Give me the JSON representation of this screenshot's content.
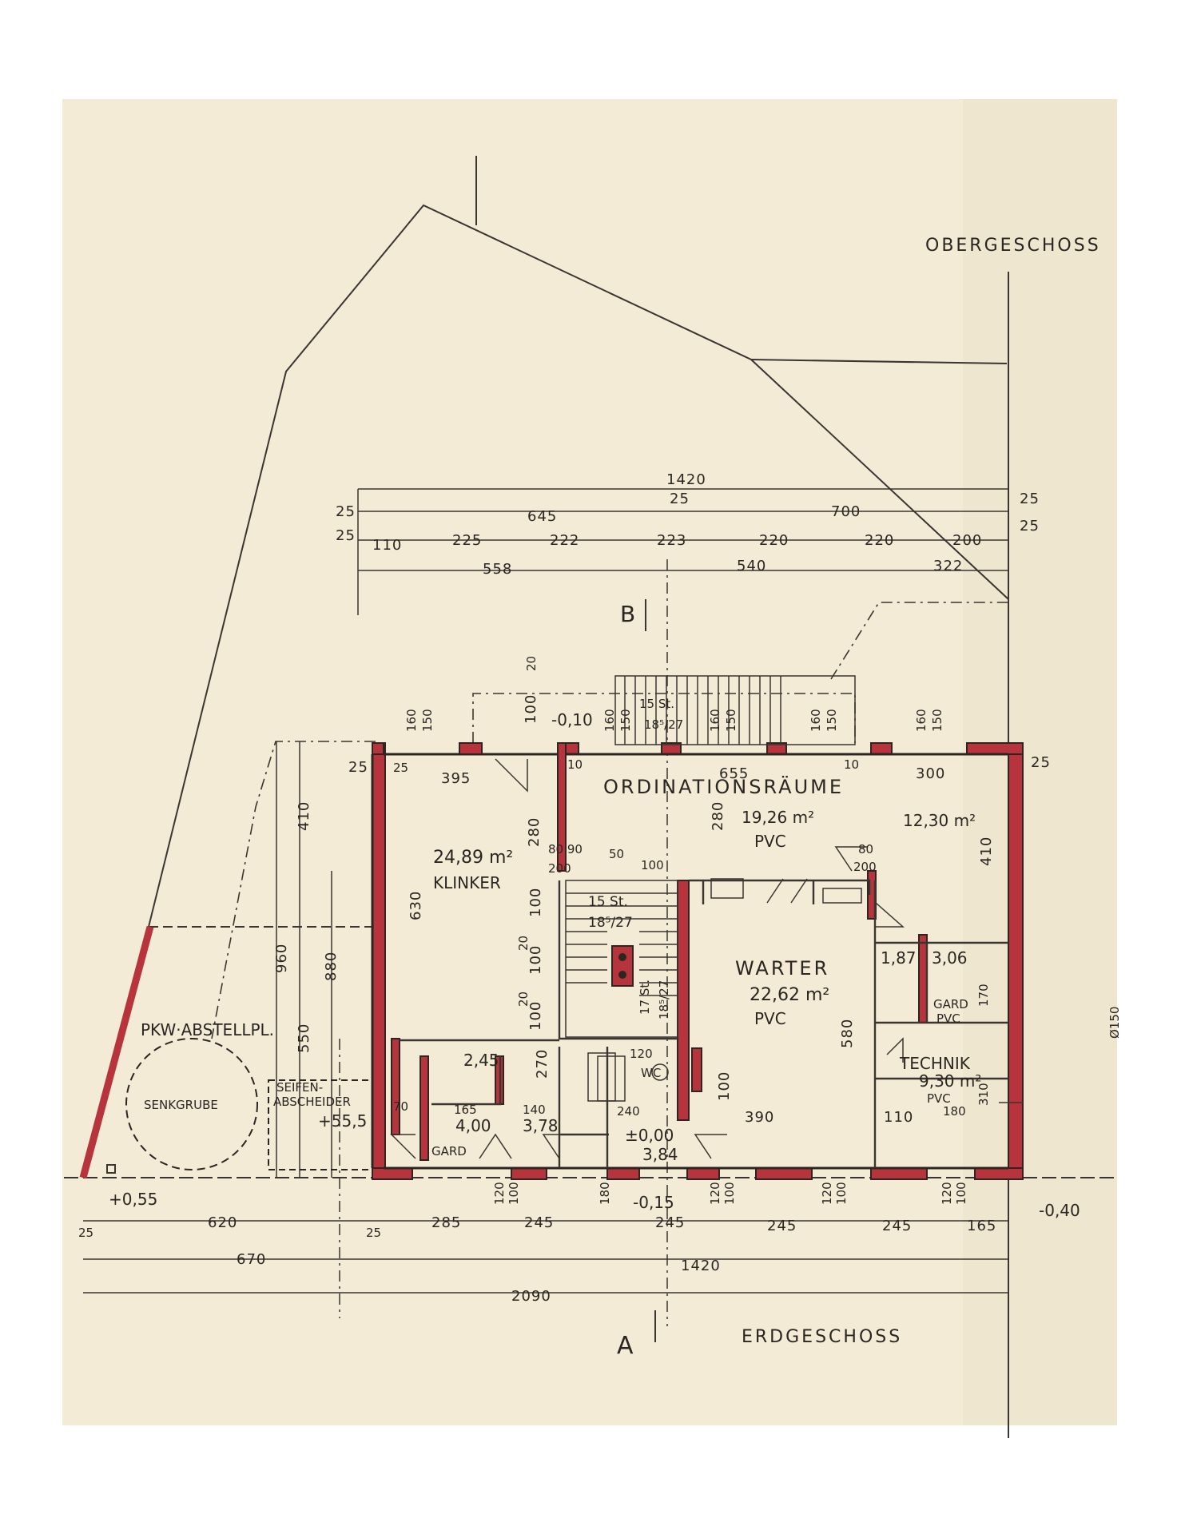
{
  "labels": {
    "obergeschoss": "OBERGESCHOSS",
    "erdgeschoss": "ERDGESCHOSS",
    "section_a": "A",
    "section_b": "B",
    "ordinationsraume": "ORDINATIONSRÄUME",
    "ordination_area": "19,26 m²",
    "ordination_floor": "PVC",
    "room_right_area": "12,30 m²",
    "klinker_area": "24,89 m²",
    "klinker": "KLINKER",
    "warter": "WARTER",
    "warter_area": "22,62 m²",
    "warter_floor": "PVC",
    "technik": "TECHNIK",
    "technik_area": "9,30 m²",
    "technik_floor": "PVC",
    "gard": "GARD",
    "gard_floor": "PVC",
    "gard_lower": "GARD",
    "area_187": "1,87",
    "area_306": "3,06",
    "area_245": "2,45",
    "area_400": "4,00",
    "area_378": "3,78",
    "area_384": "3,84",
    "wc": "WC",
    "stairs_top": "15 St.",
    "stairs_top_ratio": "18⁵/27",
    "stairs_mid": "15 St.",
    "stairs_mid_ratio": "18⁵/27",
    "stairs_17": "17 St.",
    "stairs_17_ratio": "18⁵/27",
    "pkw": "PKW·ABSTELLPL.",
    "senkgrube": "SENKGRUBE",
    "seifen": "SEIFEN-",
    "abscheider": "ABSCHEIDER",
    "level_555": "+55,5",
    "level_055": "+0,55",
    "level_000": "±0,00",
    "level_m010": "-0,10",
    "level_m015": "-0,15",
    "level_m040": "-0,40",
    "diam": "Ø150"
  },
  "dims": {
    "top_total": "1420",
    "top_645": "645",
    "top_700": "700",
    "top_25a": "25",
    "top_25b": "25",
    "top_25c": "25",
    "top_25d": "25",
    "top_25e": "25",
    "row_110": "110",
    "row_225": "225",
    "row_222": "222",
    "row_223": "223",
    "row_220a": "220",
    "row_220b": "220",
    "row_200": "200",
    "row_558": "558",
    "row_540": "540",
    "row_322": "322",
    "d_395": "395",
    "d_655": "655",
    "d_300": "300",
    "d_10a": "10",
    "d_10b": "10",
    "d_25l": "25",
    "d_25r": "25",
    "d_25w": "25",
    "d_410": "410",
    "d_410r": "410",
    "d_960": "960",
    "d_880": "880",
    "d_630": "630",
    "d_550": "550",
    "d_580": "580",
    "d_280a": "280",
    "d_280b": "280",
    "d_270": "270",
    "d_100a": "100",
    "d_100b": "100",
    "d_100c": "100",
    "d_100d": "100",
    "d_100e": "100",
    "d_20a": "20",
    "d_20b": "20",
    "d_20c": "20",
    "d_160a": "160",
    "d_150a": "150",
    "d_160b": "160",
    "d_150b": "150",
    "d_160c": "160",
    "d_150c": "150",
    "d_160d": "160",
    "d_150d": "150",
    "d_160e": "160",
    "d_150e": "150",
    "d_80_90": "80  90",
    "d_50": "50",
    "d_100f": "100",
    "d_200a": "200",
    "d_80a": "80",
    "d_200b": "200",
    "d_390": "390",
    "d_110": "110",
    "d_180": "180",
    "d_310": "310",
    "d_170": "170",
    "d_165": "165",
    "d_140": "140",
    "d_240": "240",
    "d_120": "120",
    "d_70": "70",
    "bottom_620": "620",
    "bottom_285": "285",
    "bottom_245a": "245",
    "bottom_245b": "245",
    "bottom_245c": "245",
    "bottom_245d": "245",
    "bottom_165": "165",
    "bottom_25a": "25",
    "bottom_25b": "25",
    "bottom_670": "670",
    "bottom_1420": "1420",
    "bottom_2090": "2090",
    "bottom_120a": "120",
    "bottom_100a": "100",
    "bottom_180": "180",
    "bottom_120b": "120",
    "bottom_100b": "100",
    "bottom_120c": "120",
    "bottom_100c": "100",
    "bottom_120d": "120",
    "bottom_100d": "100"
  },
  "colors": {
    "paper": "#f4ecd8",
    "wall_fill": "#b8343c",
    "ink": "#2b2622"
  }
}
